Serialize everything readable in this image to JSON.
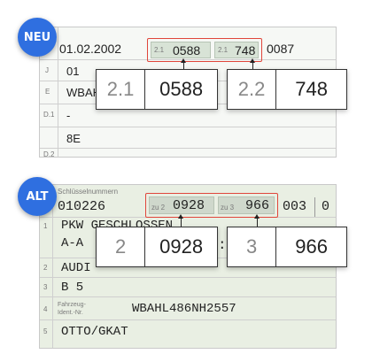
{
  "new_doc": {
    "badge": "NEU",
    "date": "01.02.2002",
    "f21_label": "2.1",
    "f21_value": "0588",
    "f22_label": "2.1",
    "f22_value": "748",
    "tail_value": "0087",
    "rows": [
      {
        "num": "J",
        "text": "01"
      },
      {
        "num": "E",
        "text": "WBAH"
      },
      {
        "num": "D.1",
        "text": "-"
      },
      {
        "num": "",
        "text": "8E"
      },
      {
        "num": "D.2",
        "text": ""
      }
    ],
    "callout_left": {
      "key": "2.1",
      "value": "0588"
    },
    "callout_right": {
      "key": "2.2",
      "value": "748"
    }
  },
  "old_doc": {
    "badge": "ALT",
    "header_label": "Schlüsselnummern",
    "number": "010226",
    "zu2_label": "zu 2",
    "zu2_value": "0928",
    "zu3_label": "zu 3",
    "zu3_value": "966",
    "tail1": "003",
    "tail2": "0",
    "rows": [
      {
        "num": "1",
        "text": "PKW GESCHLOSSEN"
      },
      {
        "num": "",
        "text": "A-A"
      },
      {
        "num": "2",
        "text": "AUDI"
      },
      {
        "num": "3",
        "text": "B 5"
      },
      {
        "num": "4",
        "label": "Fahrzeug-Ident.-Nr.",
        "text": "WBAHL486NH2557"
      },
      {
        "num": "5",
        "text": "OTTO/GKAT"
      }
    ],
    "callout_left": {
      "key": "2",
      "value": "0928"
    },
    "callout_right": {
      "key": "3",
      "value": "966"
    }
  },
  "colors": {
    "badge": "#2f6fe0",
    "highlight": "#e0463b",
    "paper_old": "#e9efe3",
    "field_bg": "#d8e3d6"
  }
}
